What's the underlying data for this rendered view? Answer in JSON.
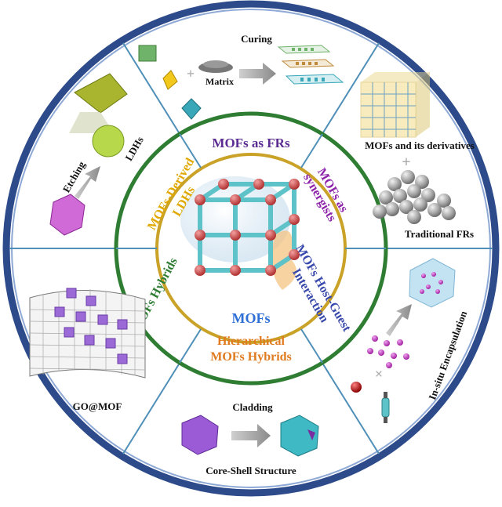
{
  "outer_labels": {
    "curing": "Curing",
    "matrix": "Matrix",
    "etching": "Etching",
    "ldhs": "LDHs",
    "mofs_derivatives": "MOFs and its derivatives",
    "traditional_frs": "Traditional FRs",
    "go_mof": "GO@MOF",
    "cladding": "Cladding",
    "core_shell": "Core-Shell Structure",
    "in_situ": "In-situ Encapsulation"
  },
  "ring_labels": {
    "mofs_as_frs": "MOFs as FRs",
    "mofs_derived_1": "MOFs-Derived",
    "mofs_derived_2": "LDHs",
    "synergists_1": "MOFs as",
    "synergists_2": "synergists",
    "host_guest_1": "MOFs Host-Guest",
    "host_guest_2": "Interaction",
    "hierarchical_1": "Hierarchical",
    "hierarchical_2": "MOFs Hybrids",
    "mofs_hybrids": "MOFs Hybrids"
  },
  "center_label": "MOFs",
  "colors": {
    "outer_ring": "#2d4a8a",
    "divider": "#4f8fb8",
    "green_ring": "#2e7d32",
    "gold_ring": "#c9a227",
    "frs_text": "#5b2c91",
    "derived_text": "#e0a800",
    "synergist_text": "#8e24aa",
    "hostguest_text": "#3949ab",
    "hierarchical_text": "#e07a1f",
    "hybrids_text": "#2e7d32",
    "center_text": "#2f6fd6"
  }
}
